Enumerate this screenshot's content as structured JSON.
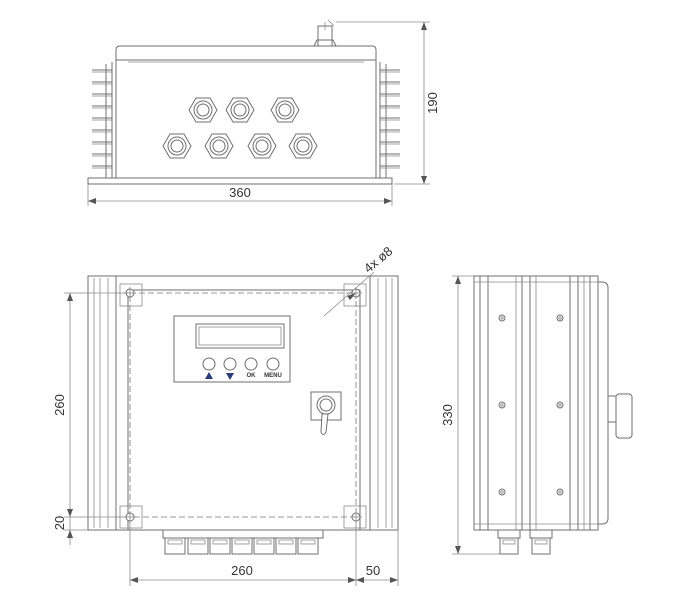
{
  "dimensions": {
    "top_width": "360",
    "top_height": "190",
    "front_hole_spacing": "260",
    "front_margin": "50",
    "front_height": "260",
    "front_bottom_offset": "20",
    "side_height": "330",
    "holes": "4x ø8"
  },
  "panel": {
    "buttons": [
      {
        "name": "up",
        "label": "▲"
      },
      {
        "name": "down",
        "label": "▼"
      },
      {
        "name": "ok",
        "label": "OK"
      },
      {
        "name": "menu",
        "label": "MENU"
      }
    ]
  },
  "colors": {
    "arrow_buttons": "#2b3a7a",
    "lines": "#6f6f6f"
  }
}
